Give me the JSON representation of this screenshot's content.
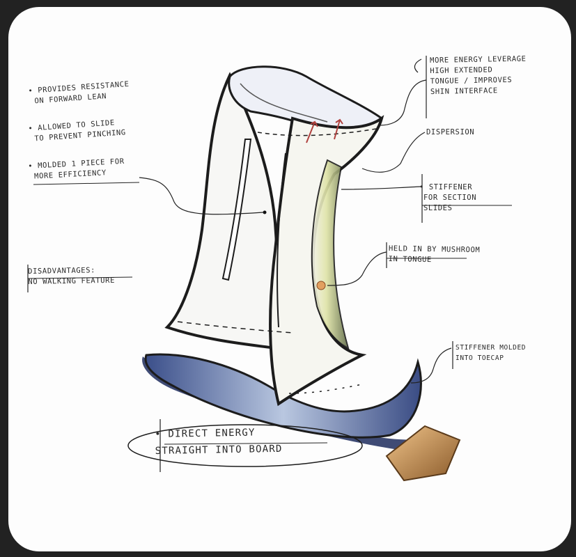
{
  "notes_left": [
    {
      "id": "resistance",
      "lines": [
        "• PROVIDES RESISTANCE",
        "ON FORWARD LEAN"
      ]
    },
    {
      "id": "slide",
      "lines": [
        "• ALLOWED TO SLIDE",
        "TO PREVENT PINCHING"
      ]
    },
    {
      "id": "molded",
      "lines": [
        "• MOLDED 1 PIECE FOR",
        "MORE EFFICIENCY"
      ]
    },
    {
      "id": "disadvantages",
      "lines": [
        "DISADVANTAGES:",
        "NO WALKING FEATURE"
      ]
    }
  ],
  "notes_right": [
    {
      "id": "leverage",
      "lines": [
        "MORE ENERGY LEVERAGE",
        "HIGH EXTENDED",
        "TONGUE / IMPROVES",
        "SHIN INTERFACE"
      ]
    },
    {
      "id": "dispersion",
      "lines": [
        "DISPERSION"
      ]
    },
    {
      "id": "stiffener",
      "lines": [
        "• STIFFENER",
        "FOR SECTION",
        "SLIDES"
      ]
    },
    {
      "id": "mushroom",
      "lines": [
        "HELD IN BY MUSHROOM",
        "IN TONGUE"
      ]
    },
    {
      "id": "toecap",
      "lines": [
        "STIFFENER MOLDED",
        "INTO TOECAP"
      ]
    }
  ],
  "note_bottom": {
    "id": "direct",
    "lines": [
      "• DIRECT ENERGY",
      "STRAIGHT INTO BOARD"
    ]
  },
  "colors": {
    "background": "#222222",
    "paper": "#fdfdfd",
    "ink": "#1c1c1c",
    "shading_blue": "#8fa6c8",
    "shading_yellow": "#dfe3a6",
    "orange": "#e2a060"
  }
}
